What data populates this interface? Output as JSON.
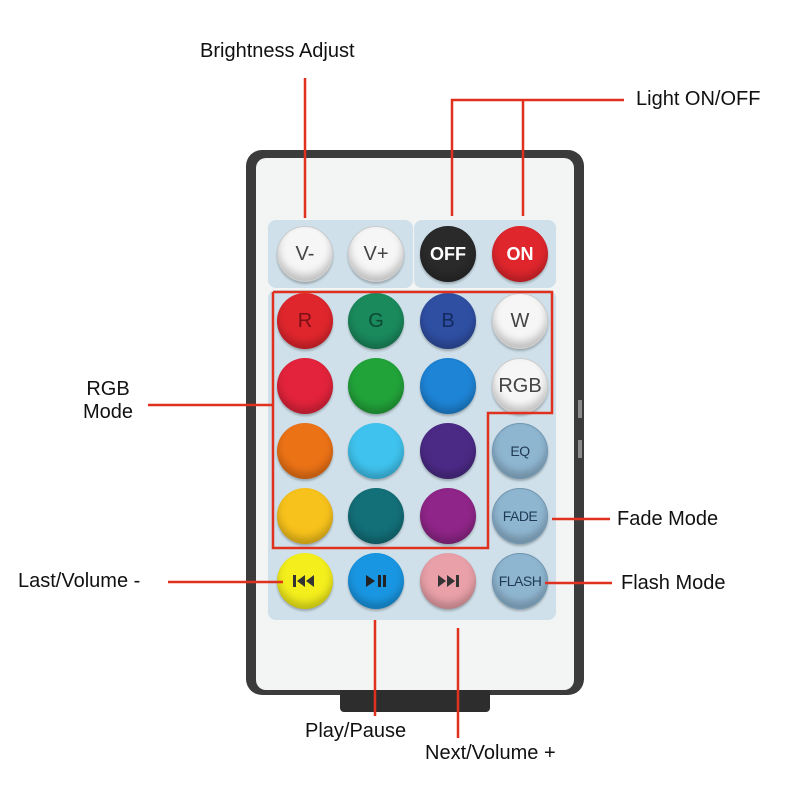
{
  "annotations": {
    "brightness": "Brightness Adjust",
    "light": "Light ON/OFF",
    "rgb_line1": "RGB",
    "rgb_line2": "Mode",
    "fade": "Fade Mode",
    "flash": "Flash Mode",
    "last": "Last/Volume -",
    "play": "Play/Pause",
    "next": "Next/Volume +"
  },
  "buttons": {
    "v_minus": "V-",
    "v_plus": "V+",
    "off": "OFF",
    "on": "ON",
    "r": "R",
    "g": "G",
    "b": "B",
    "w": "W",
    "rgb": "RGB",
    "eq": "EQ",
    "fade": "FADE",
    "flash": "FLASH",
    "prev_icon": "previous-icon",
    "play_icon": "play-pause-icon",
    "next_icon": "next-icon"
  },
  "colors": {
    "annotation_line": "#e0301e",
    "remote_body": "#3b3b3b",
    "remote_face": "#f3f4f4",
    "button_pad": "#cfe0ea",
    "off": "#2a2a2a",
    "on": "#e0262d",
    "red": "#e0262d",
    "green": "#1a8a5c",
    "blue": "#2f4fa3",
    "red2": "#e2233b",
    "green2": "#22a33a",
    "sky": "#1e84d6",
    "orange": "#ec7216",
    "light_cyan": "#3fc3ee",
    "indigo": "#4b2a86",
    "yellow": "#f7c21b",
    "teal": "#136f78",
    "purple": "#8f2588",
    "prev_btn": "#f3ee1c",
    "play_btn": "#1996e2",
    "next_btn": "#e9a0a8"
  }
}
